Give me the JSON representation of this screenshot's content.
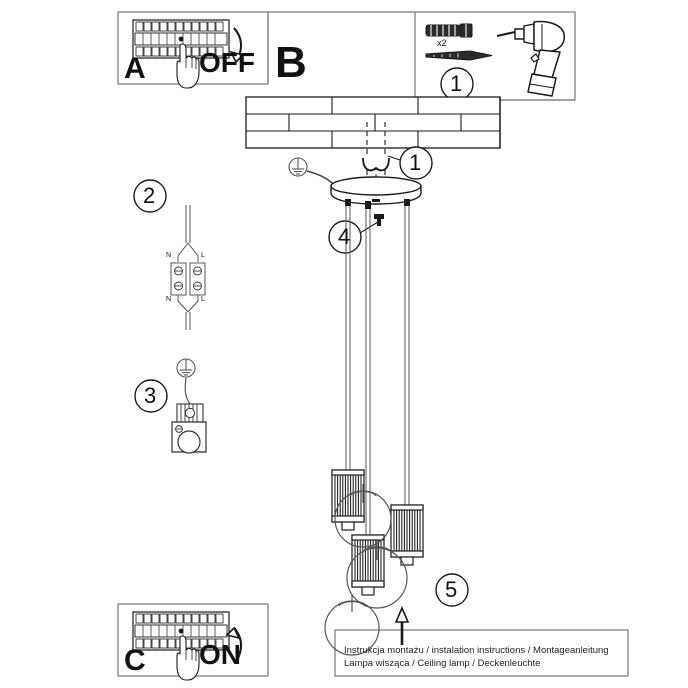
{
  "document": {
    "type": "assembly-instruction-sheet",
    "caption_line1": "Instrukcja montażu / instalation instructions / Montageanleitung",
    "caption_line2": "Lampa wisząca / Ceiling lamp / Deckenleuchte",
    "ink_color": "#1a1a1a",
    "paper_color": "#ffffff"
  },
  "panels": {
    "a": {
      "letter": "A",
      "action_label": "OFF",
      "icon": "breaker-panel-icon",
      "hand_icon": "hand-pointing-icon",
      "arrow_icon": "arrow-down-curved-icon"
    },
    "b": {
      "letter": "B"
    },
    "c": {
      "letter": "C",
      "action_label": "ON",
      "icon": "breaker-panel-icon",
      "hand_icon": "hand-pointing-icon",
      "arrow_icon": "arrow-up-curved-icon"
    },
    "parts": {
      "step": "1",
      "wall_plug_qty": "x2",
      "wall_plug_icon": "wall-anchor-icon",
      "screw_icon": "screw-icon",
      "drill_icon": "power-drill-icon"
    }
  },
  "steps": [
    {
      "number": "1",
      "name": "mount-bracket-to-ceiling"
    },
    {
      "number": "2",
      "name": "connect-terminal-block"
    },
    {
      "number": "3",
      "name": "attach-earth-to-lampholder"
    },
    {
      "number": "4",
      "name": "adjust-cable-length-setscrew"
    },
    {
      "number": "5",
      "name": "install-globe-bulbs"
    }
  ],
  "step2": {
    "number": "2",
    "terminal_labels_top": {
      "left": "N",
      "right": "L"
    },
    "terminal_labels_bottom": {
      "left": "N",
      "right": "L"
    },
    "icon": "terminal-block-icon"
  },
  "step3": {
    "number": "3",
    "earth_icon": "earth-ground-icon",
    "icon": "lampholder-icon"
  },
  "step4": {
    "number": "4",
    "icon": "set-screw-icon"
  },
  "step5": {
    "number": "5",
    "icon": "globe-bulb-icon",
    "arrow_icon": "arrow-up-icon"
  },
  "main_view": {
    "ceiling_icon": "brick-ceiling-icon",
    "canopy_icon": "ceiling-canopy-icon",
    "earth_icon": "earth-ground-icon",
    "bracket_callout": "1",
    "cable_count": 3,
    "lampholder_count": 3,
    "bulb_count": 3
  }
}
